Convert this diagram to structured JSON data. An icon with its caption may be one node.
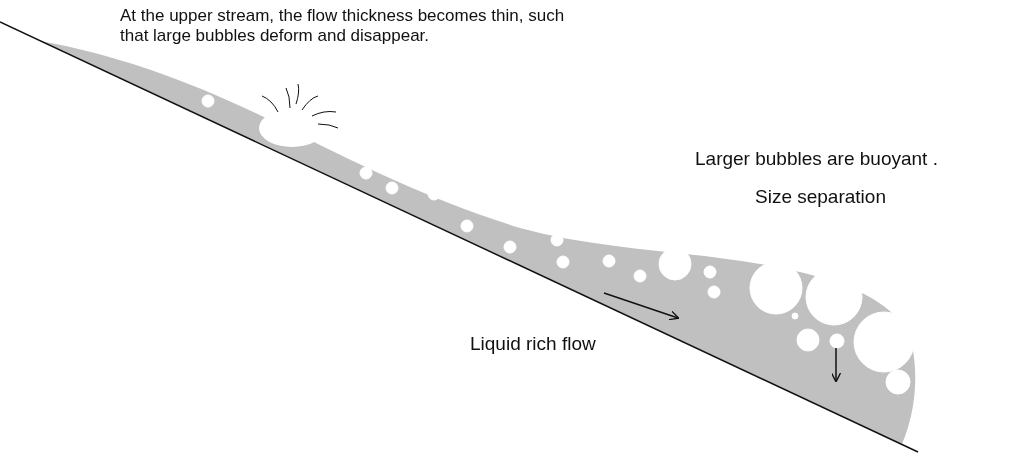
{
  "diagram": {
    "labels": [
      "At the upper stream, the flow thickness becomes thin, such that large bubbles deform and disappear.",
      "Larger bubbles are buoyant .",
      "Size separation",
      "Liquid rich flow"
    ]
  }
}
